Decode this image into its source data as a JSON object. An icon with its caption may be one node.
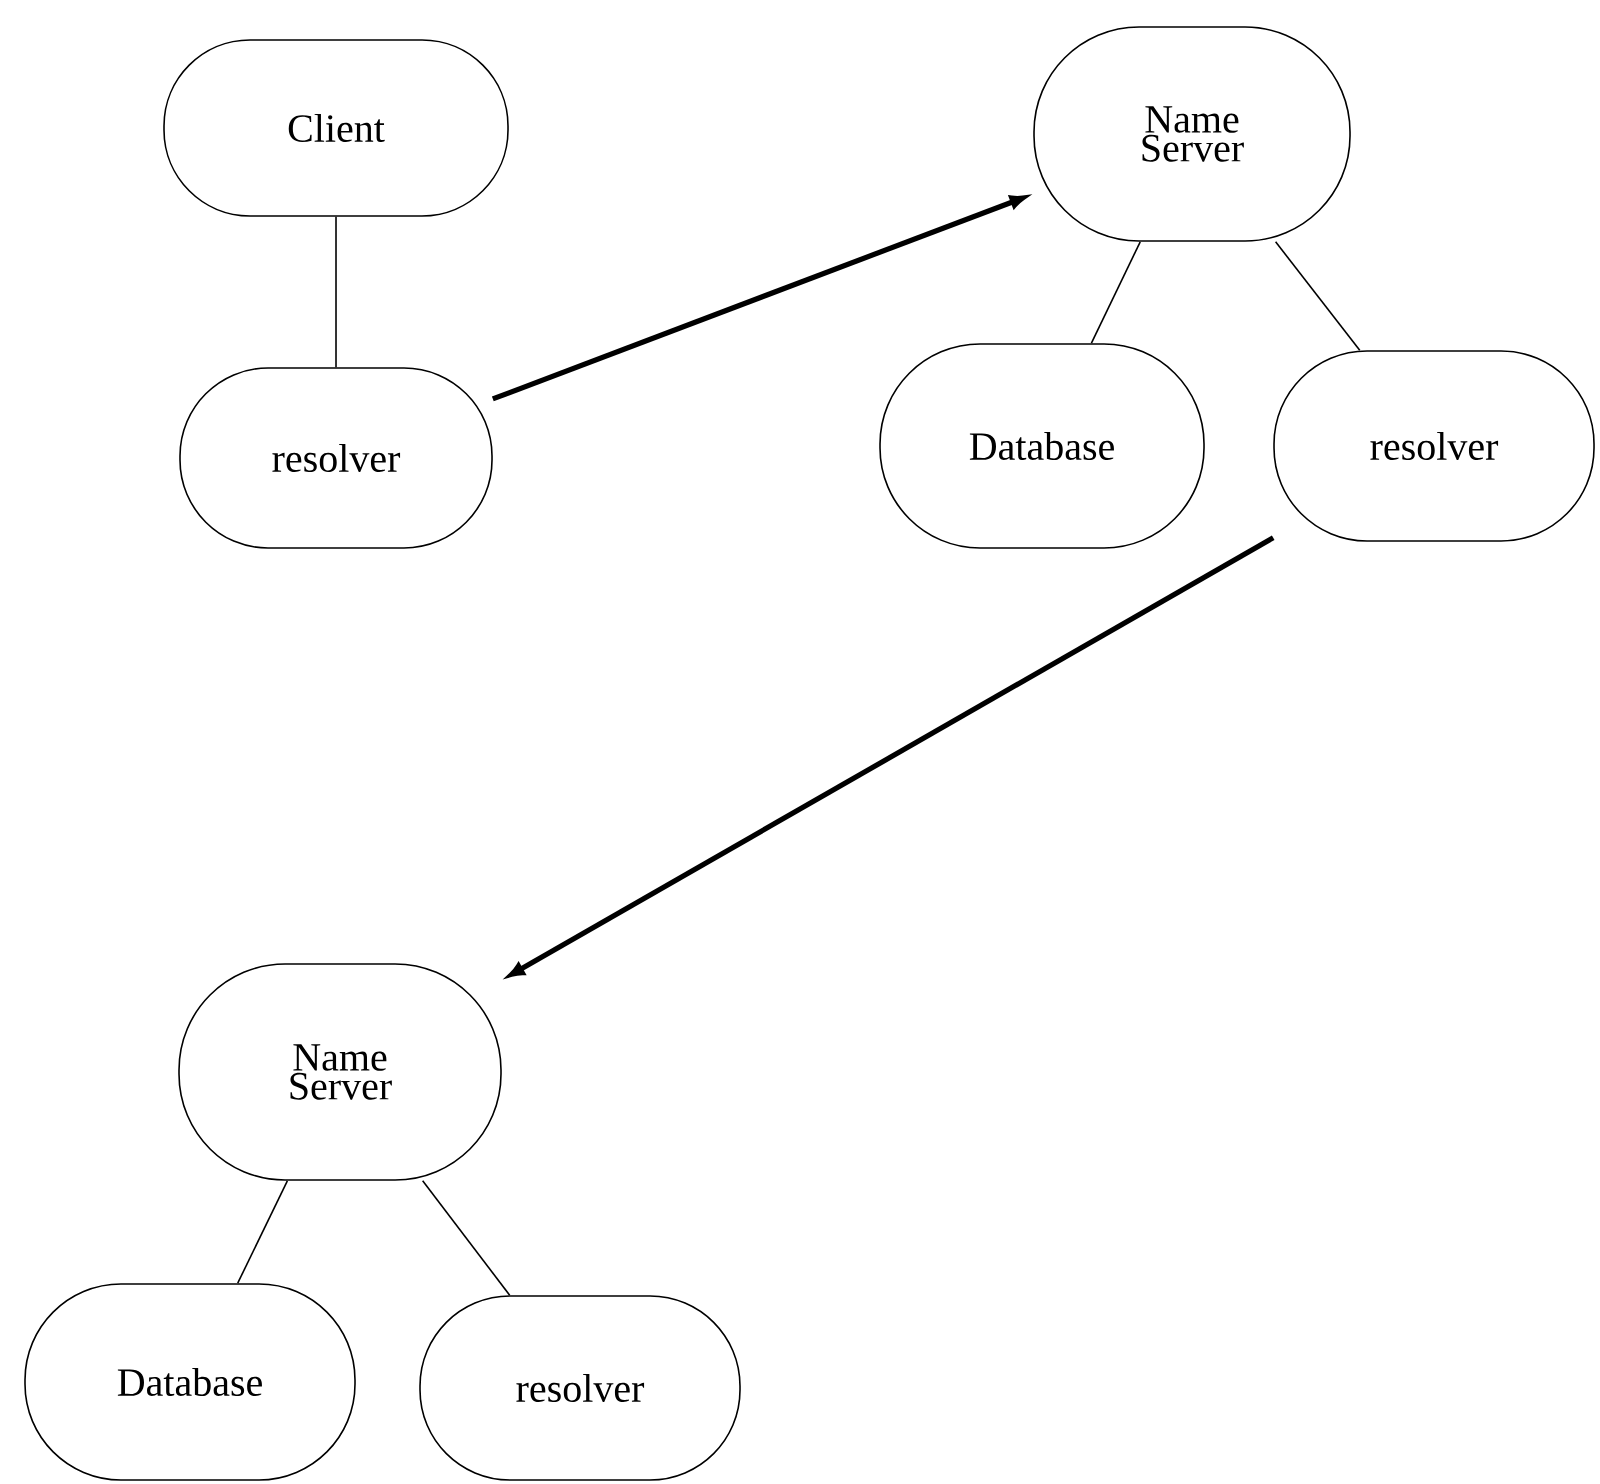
{
  "diagram": {
    "nodes": [
      {
        "text": [
          "Client"
        ]
      },
      {
        "text": [
          "resolver"
        ]
      },
      {
        "text": [
          "Name Server"
        ]
      },
      {
        "text": [
          "Database"
        ]
      },
      {
        "text": [
          "resolver"
        ]
      },
      {
        "text": [
          "Name Server"
        ]
      },
      {
        "text": [
          "Database"
        ]
      },
      {
        "text": [
          "resolver"
        ]
      }
    ],
    "edges": [
      {
        "from": 0,
        "to": 1,
        "arrow": "none"
      },
      {
        "from": 1,
        "to": 2,
        "arrow": "to",
        "style": "thick"
      },
      {
        "from": 2,
        "to": 3,
        "arrow": "none"
      },
      {
        "from": 2,
        "to": 4,
        "arrow": "none"
      },
      {
        "from": 4,
        "to": 5,
        "arrow": "to",
        "style": "thick"
      },
      {
        "from": 5,
        "to": 6,
        "arrow": "none"
      },
      {
        "from": 5,
        "to": 7,
        "arrow": "none"
      }
    ]
  }
}
